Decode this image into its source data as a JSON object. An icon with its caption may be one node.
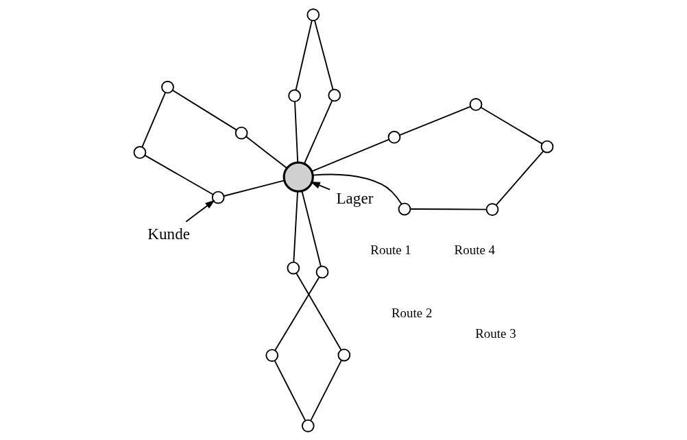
{
  "diagram": {
    "nodes": [
      {
        "text": [
          "Kunde"
        ]
      },
      {
        "text": [
          "Lager"
        ]
      },
      {
        "text": [],
        "shape": "circle"
      },
      {
        "text": [],
        "shape": "circle"
      },
      {
        "text": [],
        "shape": "circle"
      },
      {
        "text": [],
        "shape": "circle"
      },
      {
        "text": [],
        "shape": "circle"
      },
      {
        "text": [],
        "shape": "circle"
      },
      {
        "text": [],
        "shape": "circle"
      },
      {
        "text": [],
        "shape": "circle"
      },
      {
        "text": [],
        "shape": "circle"
      },
      {
        "text": [],
        "shape": "circle"
      },
      {
        "text": [],
        "shape": "circle"
      },
      {
        "text": [],
        "shape": "circle"
      },
      {
        "text": [],
        "shape": "circle"
      },
      {
        "text": [],
        "shape": "circle"
      },
      {
        "text": [],
        "shape": "circle"
      },
      {
        "text": [],
        "shape": "circle"
      },
      {
        "text": [],
        "shape": "circle"
      },
      {
        "text": [],
        "shape": "circle"
      }
    ],
    "edges": [
      {
        "from": 0,
        "to": 8,
        "arrow": "to"
      },
      {
        "from": 1,
        "to": 2,
        "arrow": "to"
      },
      {
        "from": 2,
        "to": 8,
        "arrow": "none"
      },
      {
        "from": 8,
        "to": 4,
        "arrow": "none"
      },
      {
        "from": 4,
        "to": 3,
        "arrow": "none"
      },
      {
        "from": 3,
        "to": 5,
        "arrow": "none"
      },
      {
        "from": 5,
        "to": 2,
        "arrow": "none"
      },
      {
        "from": 2,
        "to": 9,
        "arrow": "none"
      },
      {
        "from": 9,
        "to": 6,
        "arrow": "none"
      },
      {
        "from": 6,
        "to": 7,
        "arrow": "none"
      },
      {
        "from": 7,
        "to": 12,
        "arrow": "none"
      },
      {
        "from": 12,
        "to": 11,
        "arrow": "none"
      },
      {
        "from": 11,
        "to": 2,
        "arrow": "none"
      },
      {
        "from": 2,
        "to": 14,
        "arrow": "none"
      },
      {
        "from": 14,
        "to": 19,
        "arrow": "none"
      },
      {
        "from": 19,
        "to": 17,
        "arrow": "none"
      },
      {
        "from": 17,
        "to": 2,
        "arrow": "none"
      },
      {
        "from": 2,
        "to": 10,
        "arrow": "none"
      },
      {
        "from": 10,
        "to": 13,
        "arrow": "none"
      },
      {
        "from": 13,
        "to": 16,
        "arrow": "none"
      },
      {
        "from": 16,
        "to": 18,
        "arrow": "none"
      },
      {
        "from": 18,
        "to": 15,
        "arrow": "none"
      },
      {
        "from": 15,
        "to": 2,
        "arrow": "none"
      }
    ],
    "labels": [
      "Route 1",
      "Route 2",
      "Route 4",
      "Route 3"
    ]
  }
}
